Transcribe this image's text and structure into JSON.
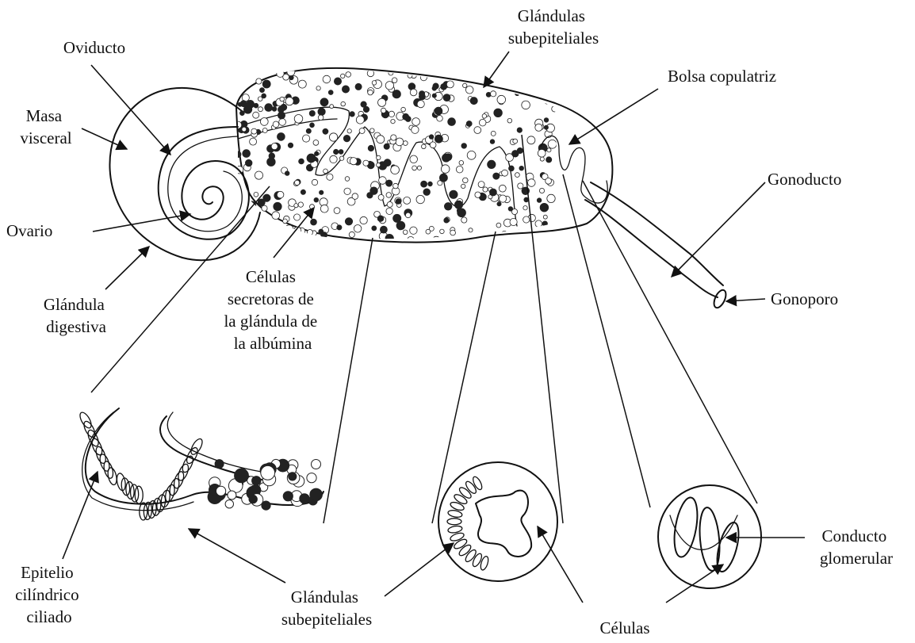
{
  "labels": {
    "glandulas_top": [
      "Glándulas",
      "subepiteliales"
    ],
    "oviducto": [
      "Oviducto"
    ],
    "bolsa": [
      "Bolsa copulatriz"
    ],
    "masa": [
      "Masa",
      "visceral"
    ],
    "gonoducto": [
      "Gonoducto"
    ],
    "ovario": [
      "Ovario"
    ],
    "celulas_secretoras": [
      "Células",
      "secretoras de",
      "la glándula de",
      "la albúmina"
    ],
    "gonoporo": [
      "Gonoporo"
    ],
    "glandula_digestiva": [
      "Glándula",
      "digestiva"
    ],
    "conducto": [
      "Conducto",
      "glomerular"
    ],
    "epitelio": [
      "Epitelio",
      "cilíndrico",
      "ciliado"
    ],
    "glandulas_bottom": [
      "Glándulas",
      "subepiteliales"
    ],
    "celulas_bottom": [
      "Células"
    ]
  }
}
